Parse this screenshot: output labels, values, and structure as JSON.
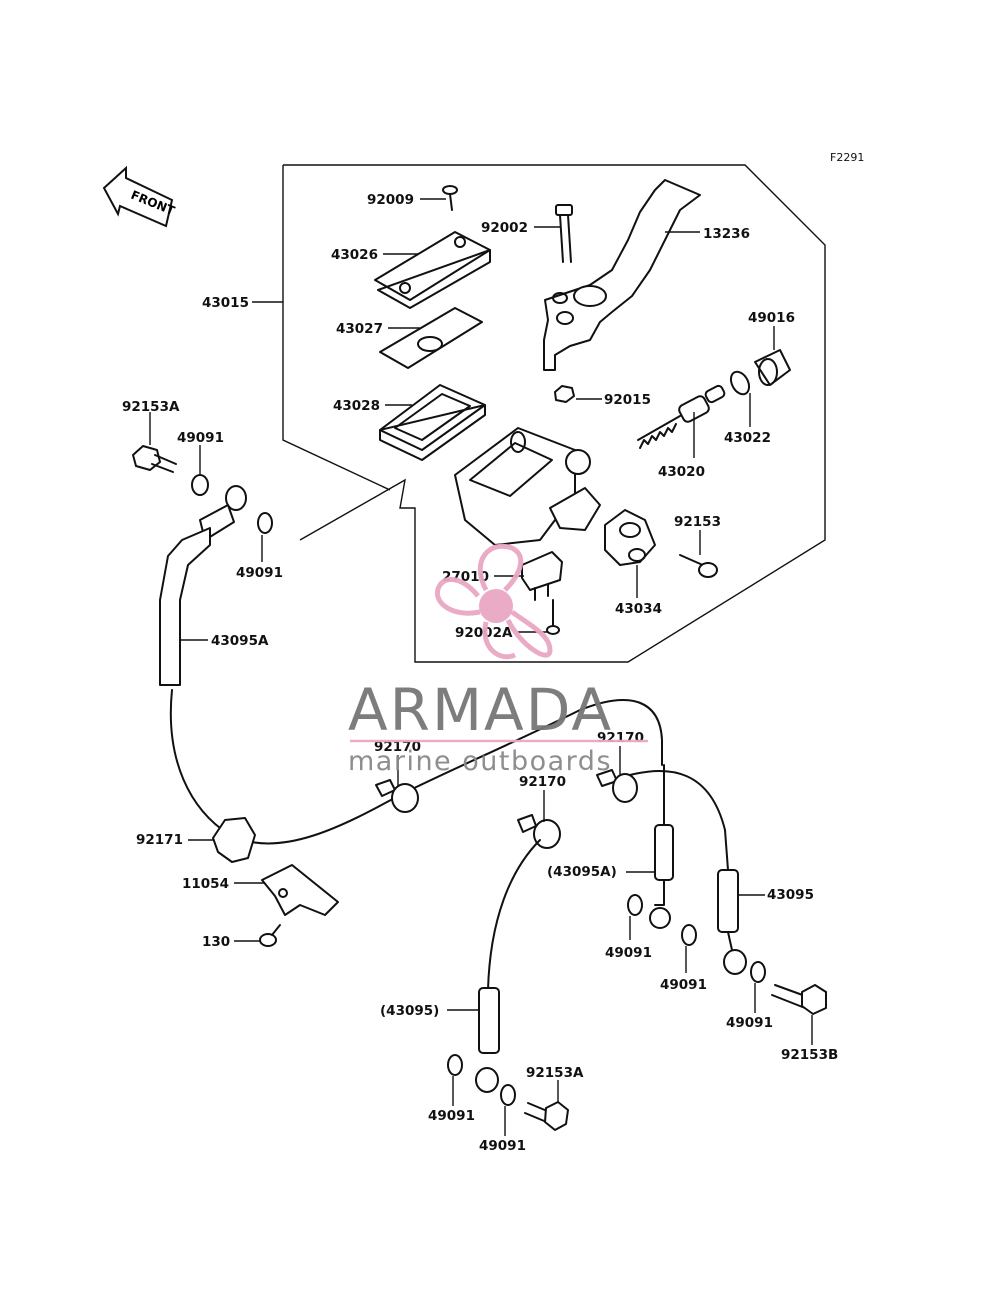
{
  "diagram_code": "F2291",
  "front_label": "FRONT",
  "watermark": {
    "brand": "ARMADA",
    "tagline": "marine outboards",
    "accent_color": "#e8a7c4",
    "text_color": "#7a7a7a"
  },
  "parts": {
    "p92009": "92009",
    "p92002": "92002",
    "p13236": "13236",
    "p43026": "43026",
    "p43015": "43015",
    "p43027": "43027",
    "p49016": "49016",
    "p43028": "43028",
    "p92015": "92015",
    "p43022": "43022",
    "p92153A_top": "92153A",
    "p49091_a": "49091",
    "p43020": "43020",
    "p92153": "92153",
    "p49091_b": "49091",
    "p27010": "27010",
    "p43034": "43034",
    "p92002A": "92002A",
    "p43095A": "43095A",
    "p92170_a": "92170",
    "p92170_b": "92170",
    "p92170_c": "92170",
    "p92171": "92171",
    "p43095A_paren": "(43095A)",
    "p11054": "11054",
    "p43095": "43095",
    "p130": "130",
    "p49091_c": "49091",
    "p49091_d": "49091",
    "p43095_paren": "(43095)",
    "p49091_e": "49091",
    "p92153B": "92153B",
    "p92153A_bot": "92153A",
    "p49091_f": "49091",
    "p49091_g": "49091"
  }
}
